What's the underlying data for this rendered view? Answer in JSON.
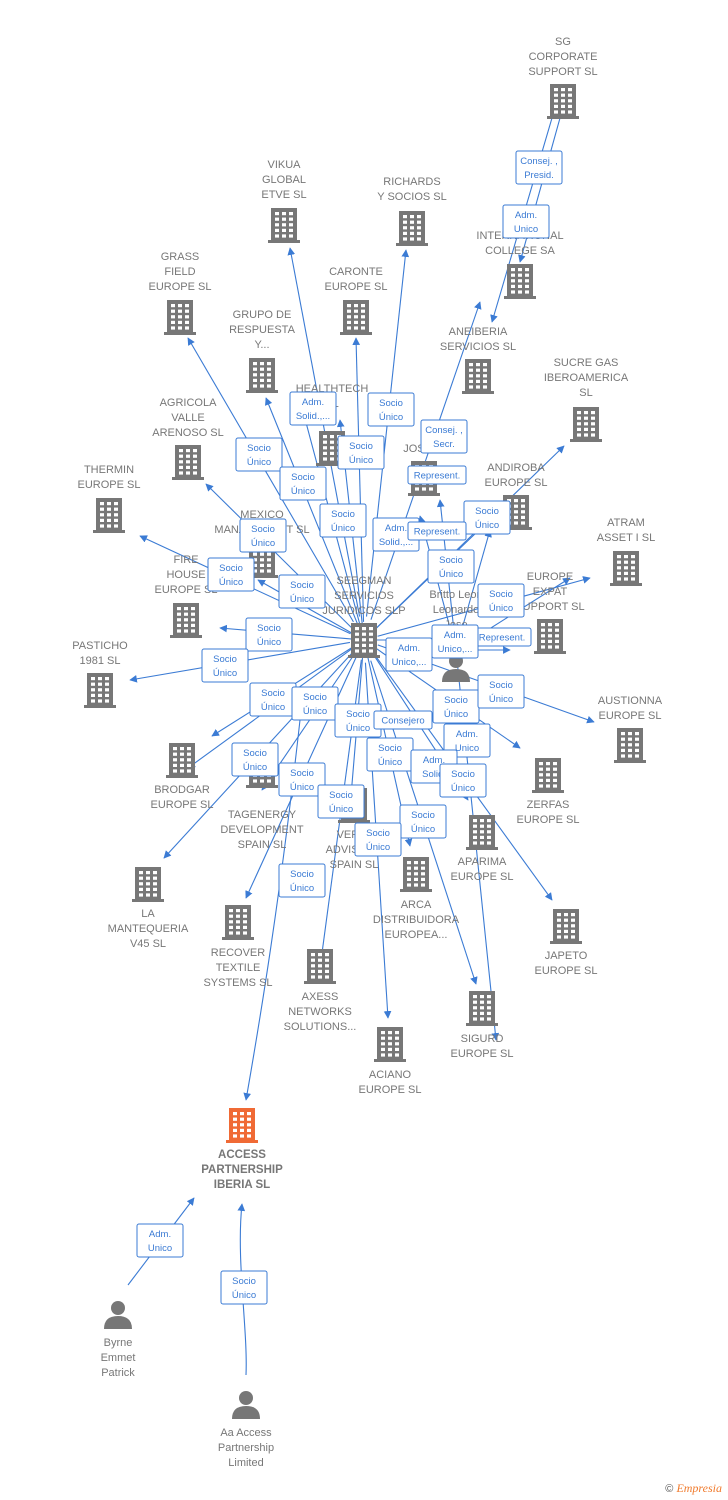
{
  "colors": {
    "edge": "#3b7bd4",
    "building": "#777777",
    "focus": "#f06a35",
    "person": "#777777"
  },
  "footer": {
    "copyright_symbol": "©",
    "brand": "Empresia"
  },
  "nodes": [
    {
      "id": "sg",
      "kind": "building",
      "lines": [
        "SG",
        "CORPORATE",
        "SUPPORT  SL"
      ]
    },
    {
      "id": "vikua",
      "kind": "building",
      "lines": [
        "VIKUA",
        "GLOBAL",
        "ETVE  SL"
      ]
    },
    {
      "id": "richards",
      "kind": "building",
      "lines": [
        "RICHARDS",
        "Y SOCIOS  SL"
      ]
    },
    {
      "id": "intl",
      "kind": "building",
      "lines": [
        "INTERNATIONAL",
        "COLLEGE SA"
      ]
    },
    {
      "id": "grass",
      "kind": "building",
      "lines": [
        "GRASS",
        "FIELD",
        "EUROPE  SL"
      ]
    },
    {
      "id": "caronte",
      "kind": "building",
      "lines": [
        "CARONTE",
        "EUROPE  SL"
      ]
    },
    {
      "id": "grupo",
      "kind": "building",
      "lines": [
        "GRUPO DE",
        "RESPUESTA",
        "Y..."
      ]
    },
    {
      "id": "aneiberia",
      "kind": "building",
      "lines": [
        "ANEIBERIA",
        "SERVICIOS  SL"
      ]
    },
    {
      "id": "sucre",
      "kind": "building",
      "lines": [
        "SUCRE GAS",
        "IBEROAMERICA",
        "SL"
      ]
    },
    {
      "id": "agricola",
      "kind": "building",
      "lines": [
        "AGRICOLA",
        "VALLE",
        "ARENOSO  SL"
      ]
    },
    {
      "id": "healthtech",
      "kind": "building",
      "lines": [
        "HEALTHTECH",
        "SL"
      ]
    },
    {
      "id": "jostel",
      "kind": "building",
      "lines": [
        "JOSTEL"
      ]
    },
    {
      "id": "andiroba",
      "kind": "building",
      "lines": [
        "ANDIROBA",
        "EUROPE  SL"
      ]
    },
    {
      "id": "thermin",
      "kind": "building",
      "lines": [
        "THERMIN",
        "EUROPE  SL"
      ]
    },
    {
      "id": "mexico",
      "kind": "building",
      "lines": [
        "MEXICO",
        "MANAGEMENT SL"
      ]
    },
    {
      "id": "atram",
      "kind": "building",
      "lines": [
        "ATRAM",
        "ASSET I  SL"
      ]
    },
    {
      "id": "fire",
      "kind": "building",
      "lines": [
        "FIRE",
        "HOUSE",
        "EUROPE  SL"
      ]
    },
    {
      "id": "seegman",
      "kind": "building",
      "lines": [
        "SEEGMAN",
        "SERVICIOS",
        "JURIDICOS  SLP"
      ]
    },
    {
      "id": "britto",
      "kind": "person",
      "lines": [
        "Britto Leon",
        "Leonardo",
        "Jose"
      ]
    },
    {
      "id": "expat",
      "kind": "building",
      "lines": [
        "EUROPE",
        "EXPAT",
        "SUPPORT  SL"
      ]
    },
    {
      "id": "pasticho",
      "kind": "building",
      "lines": [
        "PASTICHO",
        "1981  SL"
      ]
    },
    {
      "id": "austionna",
      "kind": "building",
      "lines": [
        "AUSTIONNA",
        "EUROPE  SL"
      ]
    },
    {
      "id": "brodgar",
      "kind": "building",
      "lines": [
        "BRODGAR",
        "EUROPE  SL"
      ]
    },
    {
      "id": "tagenergy",
      "kind": "building",
      "lines": [
        "TAGENERGY",
        "DEVELOPMENT",
        "SPAIN  SL"
      ]
    },
    {
      "id": "zerfas",
      "kind": "building",
      "lines": [
        "ZERFAS",
        "EUROPE  SL"
      ]
    },
    {
      "id": "vefel",
      "kind": "building",
      "lines": [
        "VEFEL",
        "ADVISORS",
        "SPAIN  SL"
      ]
    },
    {
      "id": "aparima",
      "kind": "building",
      "lines": [
        "APARIMA",
        "EUROPE  SL"
      ]
    },
    {
      "id": "arca",
      "kind": "building",
      "lines": [
        "ARCA",
        "DISTRIBUIDORA",
        "EUROPEA..."
      ]
    },
    {
      "id": "mantequeria",
      "kind": "building",
      "lines": [
        "LA",
        "MANTEQUERIA",
        "V45  SL"
      ]
    },
    {
      "id": "japeto",
      "kind": "building",
      "lines": [
        "JAPETO",
        "EUROPE  SL"
      ]
    },
    {
      "id": "recover",
      "kind": "building",
      "lines": [
        "RECOVER",
        "TEXTILE",
        "SYSTEMS  SL"
      ]
    },
    {
      "id": "axess",
      "kind": "building",
      "lines": [
        "AXESS",
        "NETWORKS",
        "SOLUTIONS..."
      ]
    },
    {
      "id": "sigurd",
      "kind": "building",
      "lines": [
        "SIGURD",
        "EUROPE  SL"
      ]
    },
    {
      "id": "aciano",
      "kind": "building",
      "lines": [
        "ACIANO",
        "EUROPE  SL"
      ]
    },
    {
      "id": "access",
      "kind": "focus",
      "lines": [
        "ACCESS",
        "PARTNERSHIP",
        "IBERIA  SL"
      ]
    },
    {
      "id": "byrne",
      "kind": "person",
      "lines": [
        "Byrne",
        "Emmet",
        "Patrick"
      ]
    },
    {
      "id": "aaaccess",
      "kind": "person",
      "lines": [
        "Aa Access",
        "Partnership",
        "Limited"
      ]
    }
  ],
  "relations": [
    [
      "Consej. ,",
      "Presid."
    ],
    [
      "Adm.",
      "Unico"
    ],
    [
      "Adm.",
      "Solid.,..."
    ],
    [
      "Socio",
      "Único"
    ],
    [
      "Consej. ,",
      "Secr."
    ],
    [
      "Socio",
      "Único"
    ],
    [
      "Socio",
      "Único"
    ],
    [
      "Represent."
    ],
    [
      "Socio",
      "Único"
    ],
    [
      "Socio",
      "Único"
    ],
    [
      "Socio",
      "Único"
    ],
    [
      "Adm.",
      "Solid.,..."
    ],
    [
      "Represent."
    ],
    [
      "Socio",
      "Único"
    ],
    [
      "Socio",
      "Único"
    ],
    [
      "Socio",
      "Único"
    ],
    [
      "Socio",
      "Único"
    ],
    [
      "Socio",
      "Único"
    ],
    [
      "Represent."
    ],
    [
      "Socio",
      "Único"
    ],
    [
      "Adm.",
      "Unico,..."
    ],
    [
      "Adm.",
      "Unico,..."
    ],
    [
      "Socio",
      "Único"
    ],
    [
      "Socio",
      "Único"
    ],
    [
      "Socio",
      "Único"
    ],
    [
      "Socio",
      "Único"
    ],
    [
      "Socio",
      "Único"
    ],
    [
      "Consejero"
    ],
    [
      "Socio",
      "Único"
    ],
    [
      "Adm.",
      "Unico"
    ],
    [
      "Socio",
      "Único"
    ],
    [
      "Adm.",
      "Solid."
    ],
    [
      "Socio",
      "Único"
    ],
    [
      "Socio",
      "Único"
    ],
    [
      "Socio",
      "Único"
    ],
    [
      "Socio",
      "Único"
    ],
    [
      "Socio",
      "Único"
    ],
    [
      "Socio",
      "Único"
    ],
    [
      "Socio",
      "Único"
    ],
    [
      "Adm.",
      "Unico"
    ],
    [
      "Socio",
      "Único"
    ]
  ]
}
